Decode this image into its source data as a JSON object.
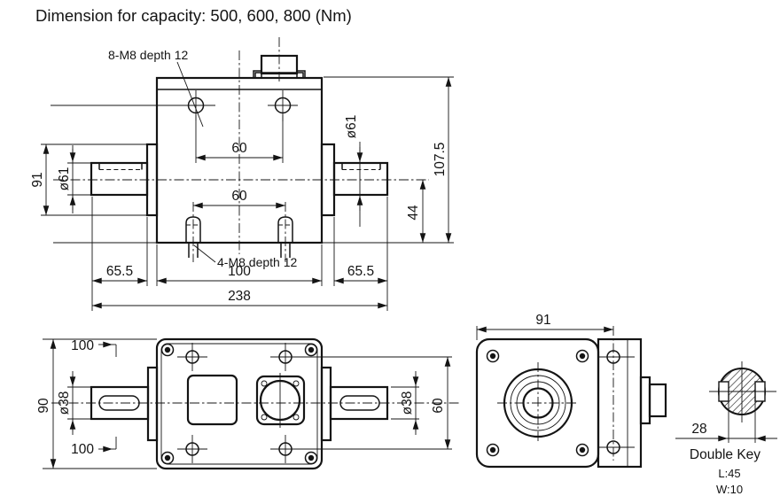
{
  "title": "Dimension for capacity: 500, 600, 800 (Nm)",
  "colors": {
    "ink": "#141414",
    "background": "#ffffff"
  },
  "top_view": {
    "thread_label_top": "8-M8 depth 12",
    "thread_label_bottom": "4-M8 depth 12",
    "hole_spacing_top": "60",
    "hole_spacing_bottom": "60",
    "flange_diameter": "91",
    "shaft_diameter_left": "ø61",
    "shaft_diameter_right": "ø61",
    "overall_height": "107.5",
    "center_to_base": "44",
    "left_shaft_length": "65.5",
    "body_length": "100",
    "right_shaft_length": "65.5",
    "overall_length": "238"
  },
  "front_view": {
    "body_height": "90",
    "hole_spacing_top": "100",
    "hole_spacing_bottom": "100",
    "shaft_diameter_left": "ø38",
    "shaft_diameter_right": "ø38",
    "hole_spacing_vertical": "60"
  },
  "side_view": {
    "flange_width": "91"
  },
  "key_detail": {
    "across_flats": "28",
    "label": "Double Key",
    "key_length": "L:45",
    "key_width": "W:10"
  }
}
